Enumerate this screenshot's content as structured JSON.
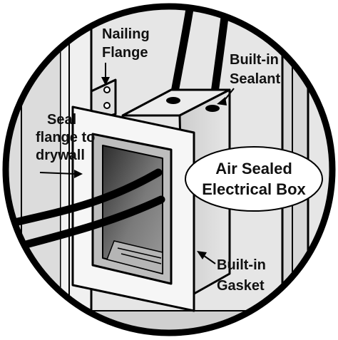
{
  "labels": {
    "nailing_flange": {
      "line1": "Nailing",
      "line2": "Flange"
    },
    "built_in_sealant": {
      "line1": "Built-in",
      "line2": "Sealant"
    },
    "seal_flange": {
      "line1": "Seal",
      "line2": "flange to",
      "line3": "drywall"
    },
    "built_in_gasket": {
      "line1": "Built-in",
      "line2": "Gasket"
    },
    "title": {
      "line1": "Air Sealed",
      "line2": "Electrical Box"
    }
  },
  "colors": {
    "outline": "#000000",
    "wall_light": "#e4e4e4",
    "wall_mid": "#cfcfcf",
    "box_side": "#d9d9d9",
    "box_top": "#ececec",
    "flange_face": "#f4f4f4",
    "interior": "#6d6d6d",
    "interior_dark": "#3a3a3a",
    "callout_fill": "#ffffff"
  }
}
